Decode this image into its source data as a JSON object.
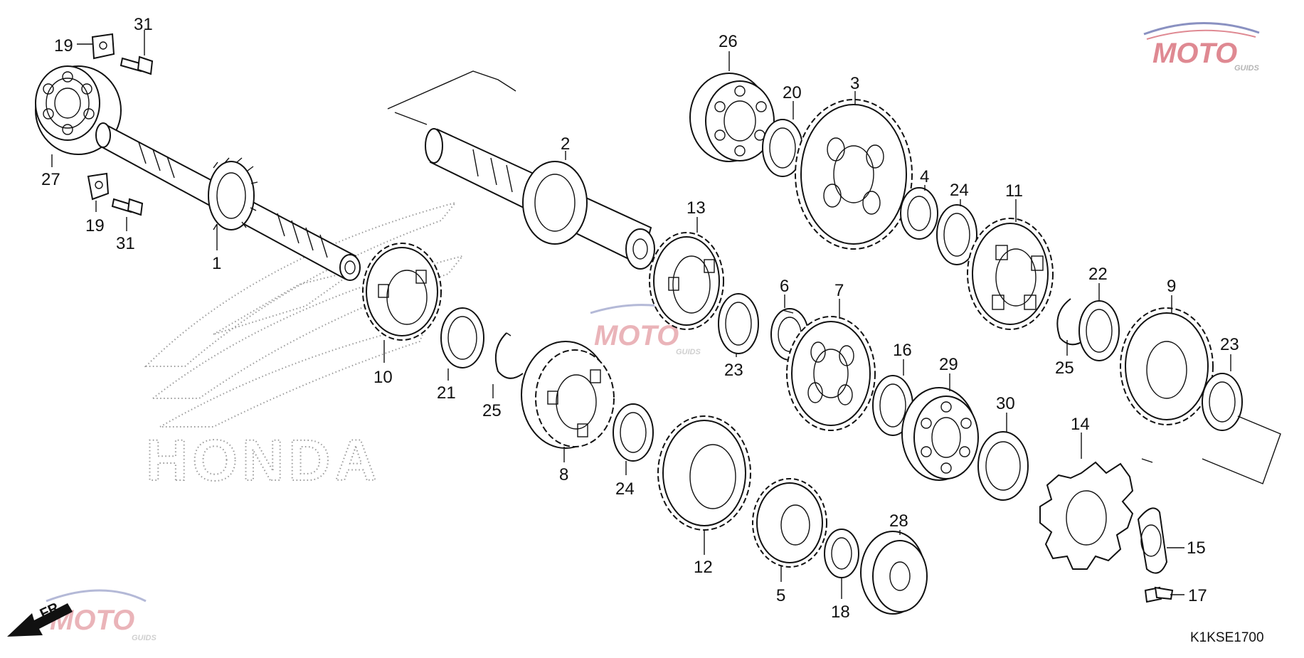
{
  "diagram": {
    "code": "K1KSE1700",
    "direction_label": "FR.",
    "brand_mark": "HONDA",
    "watermark": {
      "word": "MOTO",
      "sub": "GUIDS",
      "color_primary": "#c62a3a",
      "color_secondary": "#2b3990"
    },
    "callouts": [
      "1",
      "2",
      "3",
      "4",
      "5",
      "6",
      "7",
      "8",
      "9",
      "10",
      "11",
      "12",
      "13",
      "14",
      "15",
      "16",
      "17",
      "18",
      "19",
      "20",
      "21",
      "22",
      "23",
      "24",
      "25",
      "26",
      "27",
      "28",
      "29",
      "30",
      "31"
    ]
  }
}
